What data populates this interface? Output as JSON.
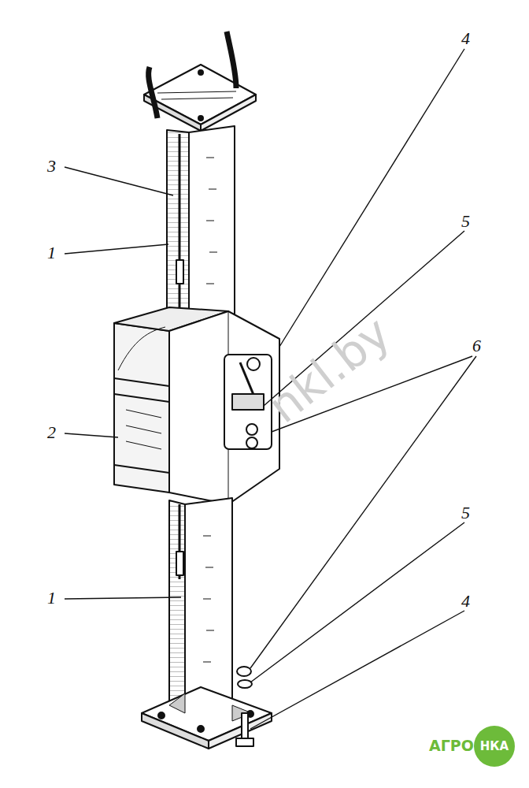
{
  "diagram": {
    "labels": [
      "4",
      "3",
      "5",
      "1",
      "6",
      "2",
      "5",
      "1",
      "4",
      "nkl.by",
      "АГРО",
      "НКА"
    ]
  }
}
